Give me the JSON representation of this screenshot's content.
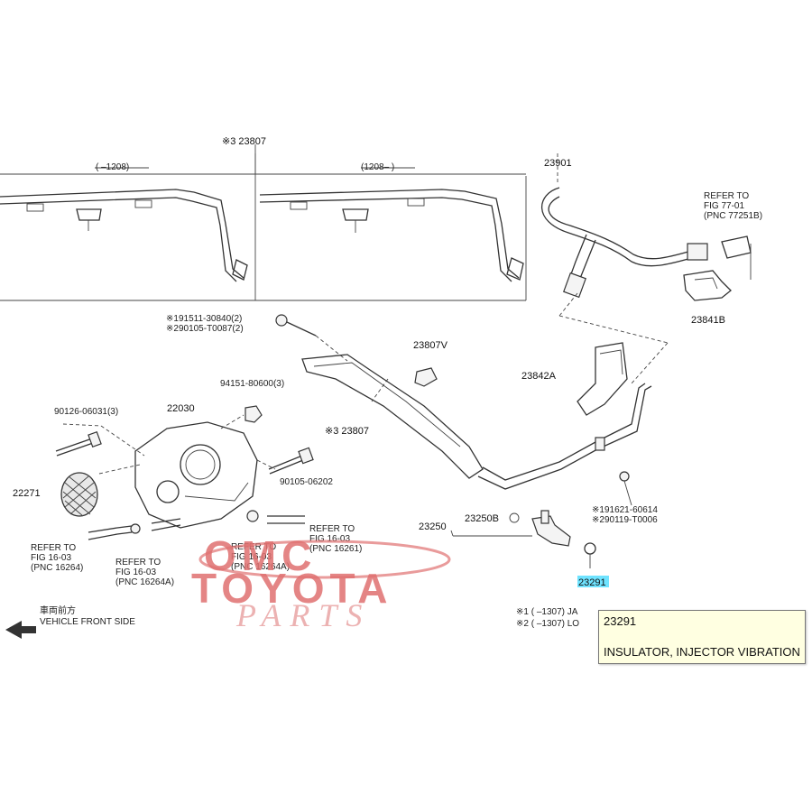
{
  "labels": {
    "rail_main": "※3 23807",
    "rail_left_range": "(      –1208)",
    "rail_right_range": "(1208–      )",
    "hose": "23901",
    "refer_77": [
      "REFER TO",
      "FIG  77-01",
      "(PNC  77251B)"
    ],
    "clamp_23841b": "23841B",
    "bolt_19151": "※191511-30840(2)",
    "bolt_29010": "※290105-T0087(2)",
    "insulator_23807v": "23807V",
    "bracket_23842a": "23842A",
    "nut_94151": "94151-80600(3)",
    "rail_center": "※3 23807",
    "bolt_90126": "90126-06031(3)",
    "throttle_22030": "22030",
    "gasket_22271": "22271",
    "bolt_90105": "90105-06202",
    "bolt_191621": "※191621-60614",
    "bolt_290119": "※290119-T0006",
    "injector_23250": "23250",
    "oring_23250b": "23250B",
    "refer_16264": [
      "REFER TO",
      "FIG  16-03",
      "(PNC  16264)"
    ],
    "refer_16264a_left": [
      "REFER TO",
      "FIG  16-03",
      "(PNC  16264A)"
    ],
    "refer_16264a_mid": [
      "REFER TO",
      "FIG  16-03",
      "(PNC  16264A)"
    ],
    "refer_16261": [
      "REFER TO",
      "FIG  16-03",
      "(PNC  16261)"
    ],
    "part_23291": "23291",
    "note_1": "※1 (      –1307)  JA",
    "note_2": "※2 (      –1307)  LO",
    "front_jp": "車両前方",
    "front_en": "VEHICLE FRONT SIDE"
  },
  "watermark": {
    "line1": "OMC",
    "line2": "TOYOTA",
    "line3": "PARTS"
  },
  "tooltip": {
    "part_number": "23291",
    "description": "INSULATOR, INJECTOR VIBRATION"
  },
  "colors": {
    "highlight": "#6fe3ff",
    "tooltip_bg": "#ffffe1",
    "watermark": "#e07070"
  }
}
